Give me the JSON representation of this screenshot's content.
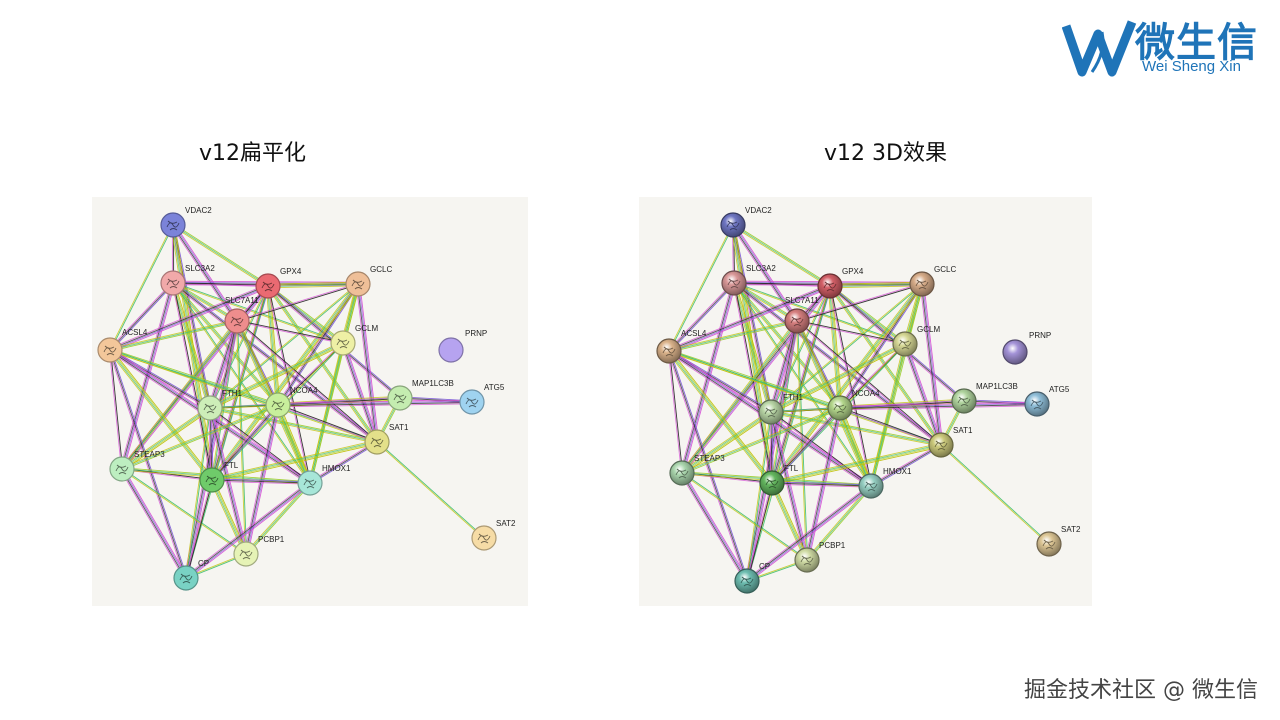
{
  "logo": {
    "cn": "微生信",
    "en": "Wei Sheng Xin"
  },
  "panels": [
    {
      "title": "v12扁平化",
      "style": "flat"
    },
    {
      "title": "v12 3D效果",
      "style": "3d"
    }
  ],
  "footer": "掘金技术社区 @ 微生信",
  "network": {
    "nodes": [
      {
        "id": "VDAC2",
        "color": "#7b83d9"
      },
      {
        "id": "SLC3A2",
        "color": "#f1a9a9"
      },
      {
        "id": "GPX4",
        "color": "#ea6a72"
      },
      {
        "id": "GCLC",
        "color": "#efbf98"
      },
      {
        "id": "SLC7A11",
        "color": "#ee8d8d"
      },
      {
        "id": "ACSL4",
        "color": "#f3c79a"
      },
      {
        "id": "GCLM",
        "color": "#eef0a5"
      },
      {
        "id": "PRNP",
        "color": "#b6a3f0"
      },
      {
        "id": "MAP1LC3B",
        "color": "#c4ecb0"
      },
      {
        "id": "ATG5",
        "color": "#9fd3f0"
      },
      {
        "id": "FTH1",
        "color": "#cdeeb8"
      },
      {
        "id": "NCOA4",
        "color": "#c8ef9c"
      },
      {
        "id": "SAT1",
        "color": "#e3e08a"
      },
      {
        "id": "STEAP3",
        "color": "#bdeec0"
      },
      {
        "id": "FTL",
        "color": "#6fcb6a"
      },
      {
        "id": "HMOX1",
        "color": "#a7e6d8"
      },
      {
        "id": "SAT2",
        "color": "#f6dca6"
      },
      {
        "id": "PCBP1",
        "color": "#e6f3b6"
      },
      {
        "id": "CP",
        "color": "#79d2c4"
      }
    ],
    "edges": [
      [
        "VDAC2",
        "SLC3A2"
      ],
      [
        "VDAC2",
        "GPX4"
      ],
      [
        "VDAC2",
        "SLC7A11"
      ],
      [
        "VDAC2",
        "ACSL4"
      ],
      [
        "VDAC2",
        "FTH1"
      ],
      [
        "VDAC2",
        "FTL"
      ],
      [
        "SLC3A2",
        "GPX4"
      ],
      [
        "SLC3A2",
        "SLC7A11"
      ],
      [
        "SLC3A2",
        "GCLC"
      ],
      [
        "SLC3A2",
        "GCLM"
      ],
      [
        "SLC3A2",
        "ACSL4"
      ],
      [
        "SLC3A2",
        "FTH1"
      ],
      [
        "SLC3A2",
        "FTL"
      ],
      [
        "SLC3A2",
        "NCOA4"
      ],
      [
        "SLC3A2",
        "STEAP3"
      ],
      [
        "SLC3A2",
        "HMOX1"
      ],
      [
        "SLC3A2",
        "SAT1"
      ],
      [
        "GPX4",
        "GCLC"
      ],
      [
        "GPX4",
        "SLC7A11"
      ],
      [
        "GPX4",
        "GCLM"
      ],
      [
        "GPX4",
        "ACSL4"
      ],
      [
        "GPX4",
        "FTH1"
      ],
      [
        "GPX4",
        "FTL"
      ],
      [
        "GPX4",
        "NCOA4"
      ],
      [
        "GPX4",
        "HMOX1"
      ],
      [
        "GPX4",
        "SAT1"
      ],
      [
        "GPX4",
        "STEAP3"
      ],
      [
        "GPX4",
        "CP"
      ],
      [
        "GPX4",
        "MAP1LC3B"
      ],
      [
        "GCLC",
        "GCLM"
      ],
      [
        "GCLC",
        "SLC7A11"
      ],
      [
        "GCLC",
        "HMOX1"
      ],
      [
        "GCLC",
        "SAT1"
      ],
      [
        "GCLC",
        "FTH1"
      ],
      [
        "GCLC",
        "NCOA4"
      ],
      [
        "GCLC",
        "FTL"
      ],
      [
        "SLC7A11",
        "GCLM"
      ],
      [
        "SLC7A11",
        "ACSL4"
      ],
      [
        "SLC7A11",
        "FTH1"
      ],
      [
        "SLC7A11",
        "FTL"
      ],
      [
        "SLC7A11",
        "NCOA4"
      ],
      [
        "SLC7A11",
        "HMOX1"
      ],
      [
        "SLC7A11",
        "SAT1"
      ],
      [
        "SLC7A11",
        "STEAP3"
      ],
      [
        "SLC7A11",
        "CP"
      ],
      [
        "SLC7A11",
        "PCBP1"
      ],
      [
        "ACSL4",
        "FTH1"
      ],
      [
        "ACSL4",
        "FTL"
      ],
      [
        "ACSL4",
        "STEAP3"
      ],
      [
        "ACSL4",
        "NCOA4"
      ],
      [
        "ACSL4",
        "HMOX1"
      ],
      [
        "ACSL4",
        "SAT1"
      ],
      [
        "ACSL4",
        "CP"
      ],
      [
        "GCLM",
        "FTH1"
      ],
      [
        "GCLM",
        "NCOA4"
      ],
      [
        "GCLM",
        "HMOX1"
      ],
      [
        "GCLM",
        "SAT1"
      ],
      [
        "GCLM",
        "FTL"
      ],
      [
        "MAP1LC3B",
        "ATG5"
      ],
      [
        "MAP1LC3B",
        "NCOA4"
      ],
      [
        "MAP1LC3B",
        "FTH1"
      ],
      [
        "MAP1LC3B",
        "SAT1"
      ],
      [
        "NCOA4",
        "ATG5"
      ],
      [
        "FTH1",
        "NCOA4"
      ],
      [
        "FTH1",
        "FTL"
      ],
      [
        "FTH1",
        "STEAP3"
      ],
      [
        "FTH1",
        "HMOX1"
      ],
      [
        "FTH1",
        "SAT1"
      ],
      [
        "FTH1",
        "PCBP1"
      ],
      [
        "FTH1",
        "CP"
      ],
      [
        "NCOA4",
        "FTL"
      ],
      [
        "NCOA4",
        "HMOX1"
      ],
      [
        "NCOA4",
        "SAT1"
      ],
      [
        "NCOA4",
        "STEAP3"
      ],
      [
        "NCOA4",
        "PCBP1"
      ],
      [
        "SAT1",
        "SAT2"
      ],
      [
        "SAT1",
        "HMOX1"
      ],
      [
        "SAT1",
        "FTL"
      ],
      [
        "STEAP3",
        "FTL"
      ],
      [
        "STEAP3",
        "HMOX1"
      ],
      [
        "STEAP3",
        "CP"
      ],
      [
        "STEAP3",
        "PCBP1"
      ],
      [
        "FTL",
        "HMOX1"
      ],
      [
        "FTL",
        "PCBP1"
      ],
      [
        "FTL",
        "CP"
      ],
      [
        "HMOX1",
        "PCBP1"
      ],
      [
        "HMOX1",
        "CP"
      ],
      [
        "PCBP1",
        "CP"
      ]
    ]
  }
}
